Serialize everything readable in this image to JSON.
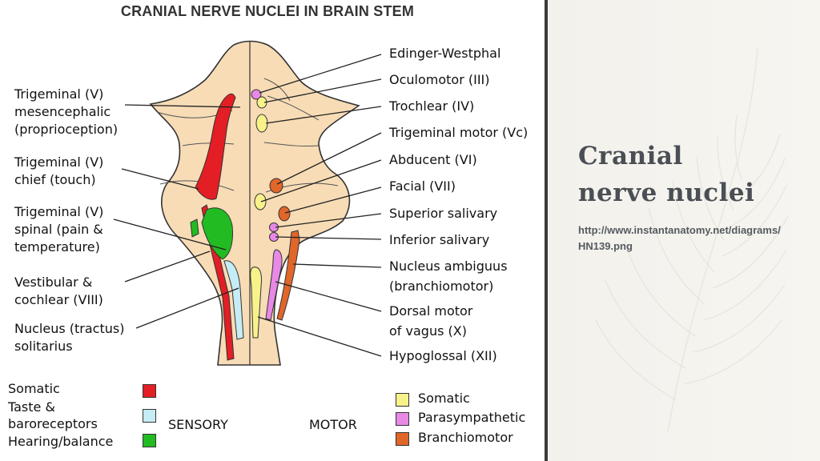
{
  "diagram": {
    "title": "CRANIAL NERVE NUCLEI IN BRAIN STEM",
    "sensory_labels": {
      "mesencephalic": [
        "Trigeminal (V)",
        "mesencephalic",
        "(proprioception)"
      ],
      "chief": [
        "Trigeminal (V)",
        "chief (touch)"
      ],
      "spinal": [
        "Trigeminal (V)",
        "spinal (pain &",
        "temperature)"
      ],
      "vestibular": [
        "Vestibular &",
        "cochlear (VIII)"
      ],
      "solitarius": [
        "Nucleus (tractus)",
        "solitarius"
      ]
    },
    "motor_labels": [
      "Edinger-Westphal",
      "Oculomotor (III)",
      "Trochlear (IV)",
      "Trigeminal motor (Vc)",
      "Abducent (VI)",
      "Facial (VII)",
      "Superior salivary",
      "Inferior salivary",
      "Nucleus ambiguus",
      "(branchiomotor)",
      "Dorsal motor",
      "of vagus (X)",
      "Hypoglossal (XII)"
    ],
    "legend": {
      "sensory_heading": "SENSORY",
      "motor_heading": "MOTOR",
      "sensory_items": [
        {
          "label": "Somatic",
          "color": "#e31e24"
        },
        {
          "label": "Taste &",
          "label2": "baroreceptors",
          "color": "#c6ecf5"
        },
        {
          "label": "Hearing/balance",
          "color": "#22bb22"
        }
      ],
      "motor_items": [
        {
          "label": "Somatic",
          "color": "#f7f28a"
        },
        {
          "label": "Parasympathetic",
          "color": "#e889e5"
        },
        {
          "label": "Branchiomotor",
          "color": "#e0662a"
        }
      ]
    },
    "colors": {
      "stem": "#f7dcb6",
      "stem_outline": "#333333",
      "somatic_sensory": "#e31e24",
      "taste": "#c6ecf5",
      "hearing": "#22bb22",
      "somatic_motor": "#f7f28a",
      "parasympathetic": "#e889e5",
      "branchiomotor": "#e0662a"
    }
  },
  "side": {
    "title_line1": "Cranial",
    "title_line2": "nerve nuclei",
    "source_url": "http://www.instantanatomy.net/diagrams/HN139.png"
  }
}
